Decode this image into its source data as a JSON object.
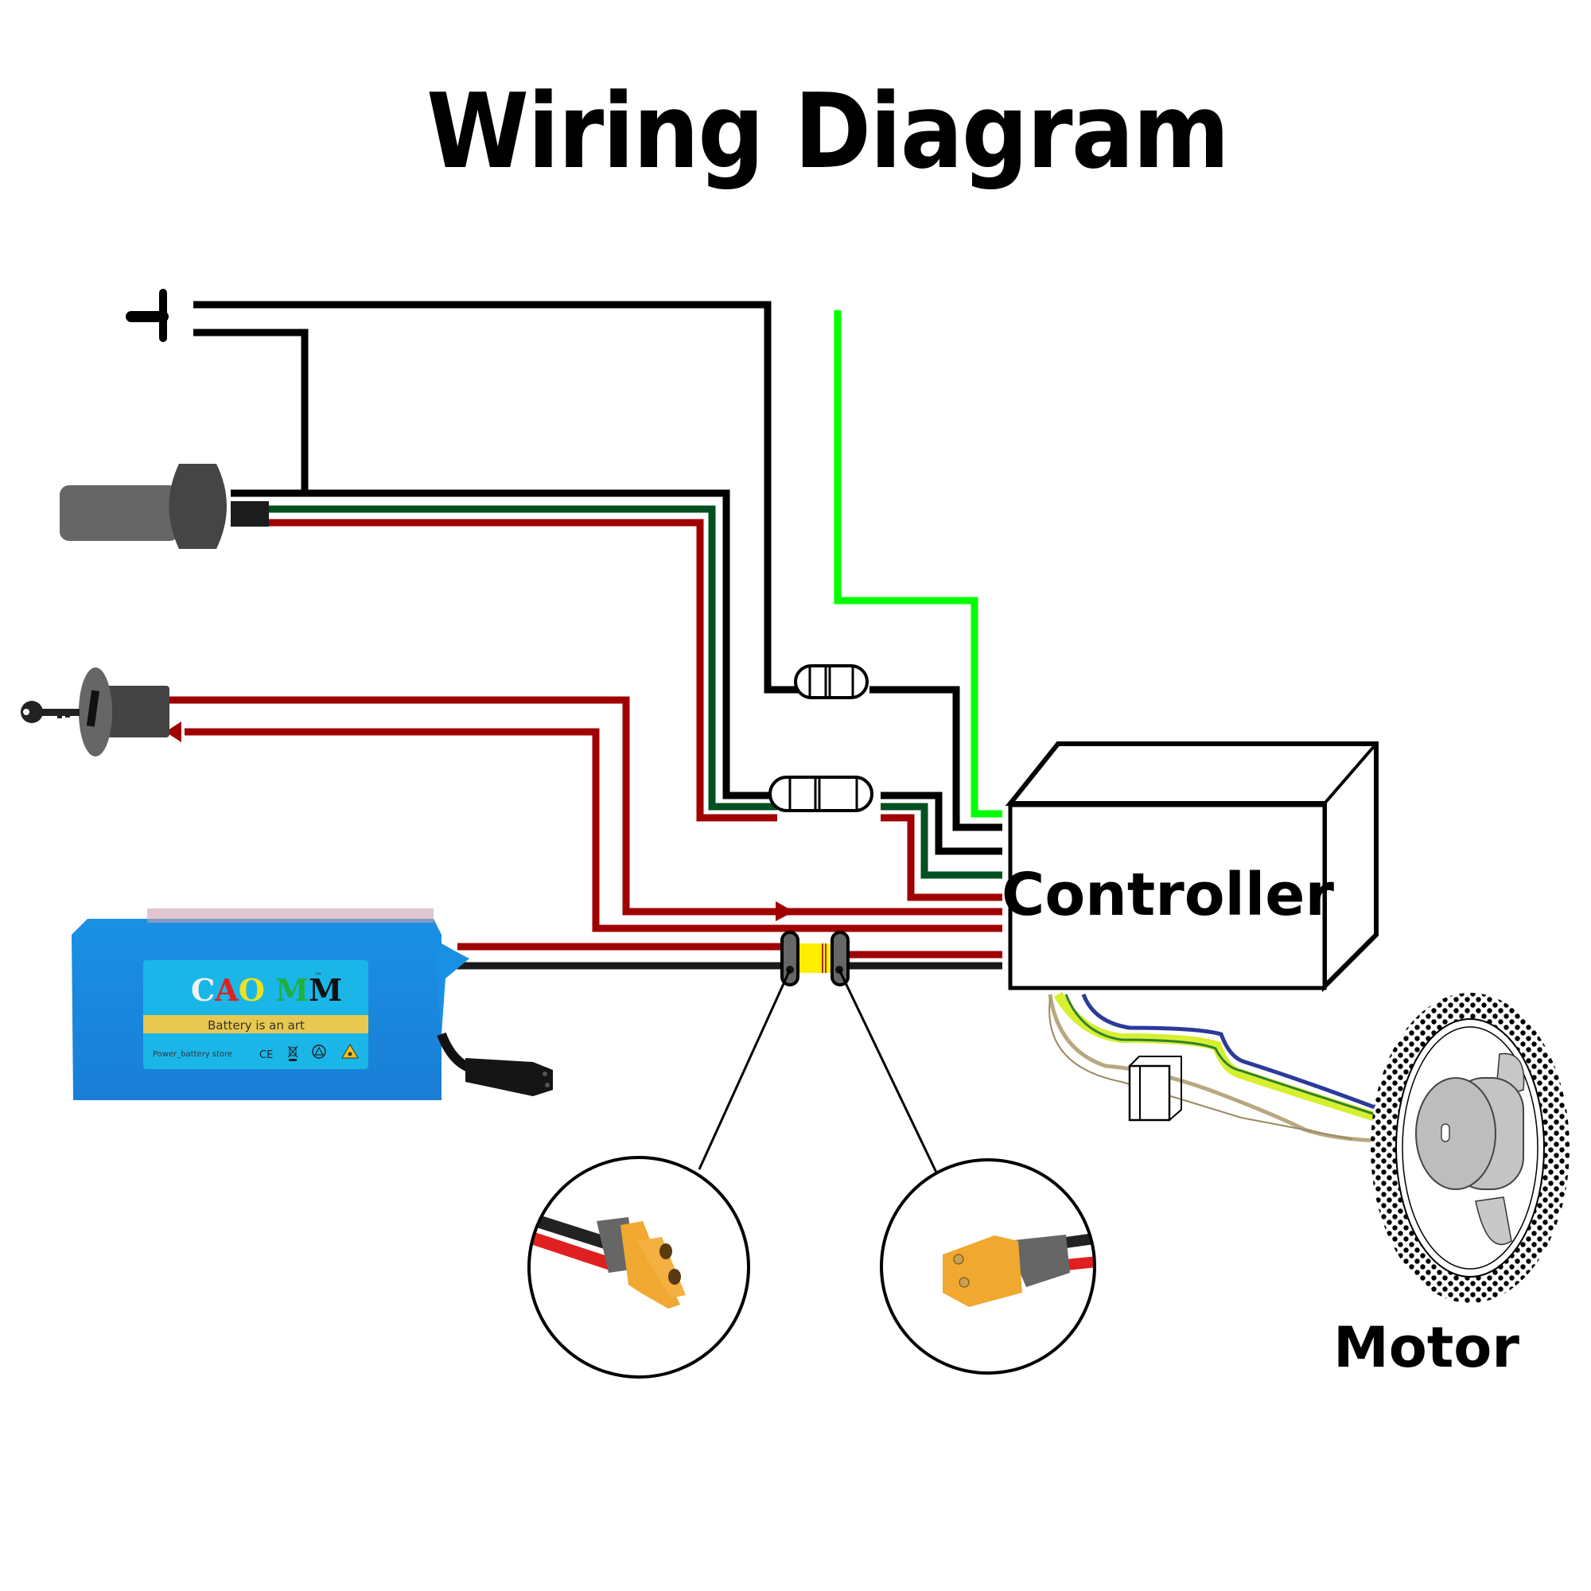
{
  "title": "Wiring Diagram",
  "components": {
    "controller": {
      "label": "Controller"
    },
    "motor": {
      "label": "Motor"
    },
    "battery": {
      "brand_letters": [
        {
          "char": "C",
          "color": "#f2f2f2"
        },
        {
          "char": "A",
          "color": "#e02020"
        },
        {
          "char": "O",
          "color": "#f0e020"
        },
        {
          "char": " ",
          "color": "#000000"
        },
        {
          "char": "M",
          "color": "#20b040"
        },
        {
          "char": "M",
          "color": "#111111"
        }
      ],
      "brand": "CAO MM",
      "trademark": "™",
      "slogan": "Battery is an art",
      "store": "Power_battery store",
      "cert_marks": [
        "CE",
        "WEEE",
        "recycle",
        "warning"
      ],
      "ce_text": "CE"
    },
    "throttle": {
      "name": "throttle-grip"
    },
    "brake": {
      "name": "brake-lever-switch"
    },
    "key_switch": {
      "name": "ignition-key-switch"
    },
    "xt60_female": {
      "name": "xt60-female-connector"
    },
    "xt60_male": {
      "name": "xt60-male-connector"
    }
  },
  "colors": {
    "wire_black": "#000000",
    "wire_red": "#a00000",
    "wire_dark_green": "#005020",
    "wire_bright_green": "#00ff00",
    "battery_blue": "#1a8fe0",
    "battery_label": "#1ab6e8",
    "slogan_band": "#e8c850",
    "xt60_yellow": "#ffee00",
    "connector_orange": "#f0a830",
    "grip_dark": "#454545",
    "grip_light": "#666666"
  }
}
